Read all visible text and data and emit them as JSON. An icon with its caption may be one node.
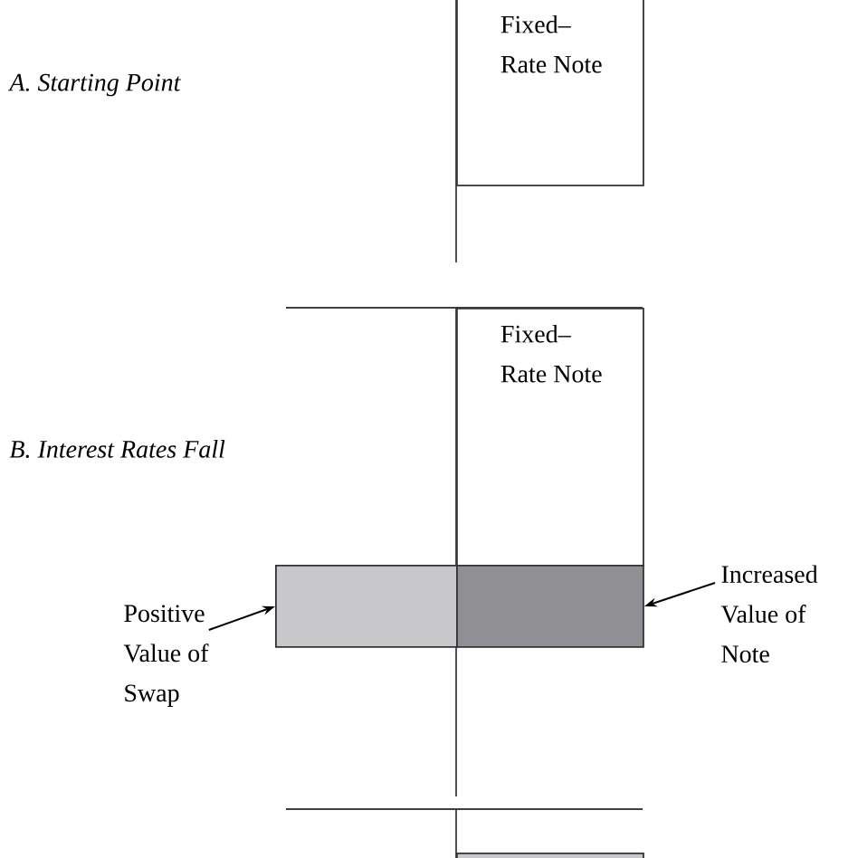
{
  "diagram": {
    "nodes": [
      {
        "text": [
          "Fixed– Rate Note"
        ]
      },
      {
        "text": [
          "Fixed– Rate Note"
        ]
      },
      {
        "text": [],
        "shape": "box"
      },
      {
        "text": [],
        "shape": "box"
      },
      {
        "text": [
          "Positive Value of Swap"
        ]
      },
      {
        "text": [
          "Increased Value of Note"
        ]
      },
      {
        "text": [],
        "shape": "box"
      }
    ],
    "edges": [
      {
        "from": 4,
        "to": 2,
        "arrow": "to"
      },
      {
        "from": 5,
        "to": 3,
        "arrow": "to"
      }
    ],
    "labels": [
      "A. Starting Point",
      "B. Interest Rates Fall"
    ]
  }
}
